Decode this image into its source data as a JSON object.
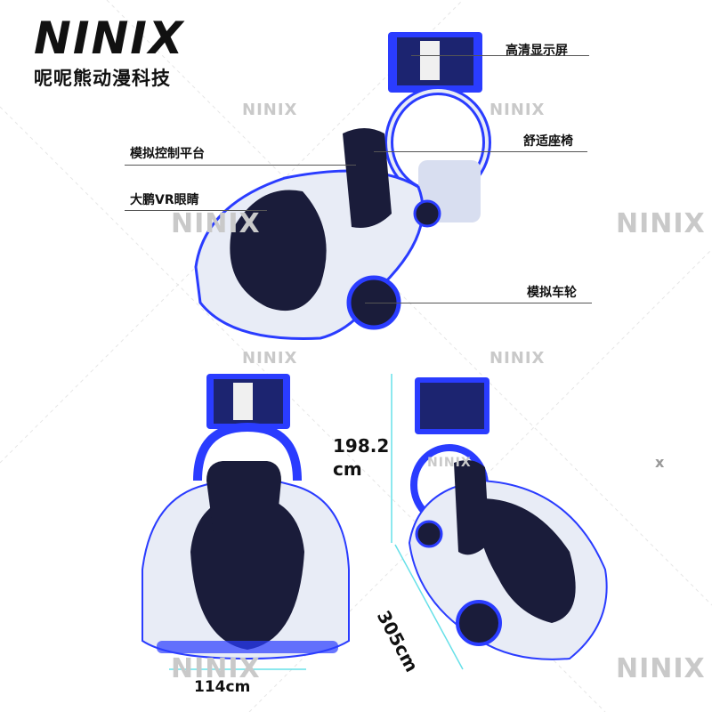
{
  "brand": {
    "logo": "NINIX",
    "subtitle": "呢呢熊动漫科技"
  },
  "callouts": [
    {
      "label": "高清显示屏"
    },
    {
      "label": "模拟控制平台"
    },
    {
      "label": "舒适座椅"
    },
    {
      "label": "大鹏VR眼睛"
    },
    {
      "label": "模拟车轮"
    }
  ],
  "dimensions": {
    "height": "198.2\ncm",
    "width": "114cm",
    "length": "305cm"
  },
  "watermark": {
    "text": "NINIX",
    "small_mark": "x"
  },
  "colors": {
    "body": "#e8ecf6",
    "accent": "#2a3cff",
    "dark": "#1a1c3a"
  }
}
